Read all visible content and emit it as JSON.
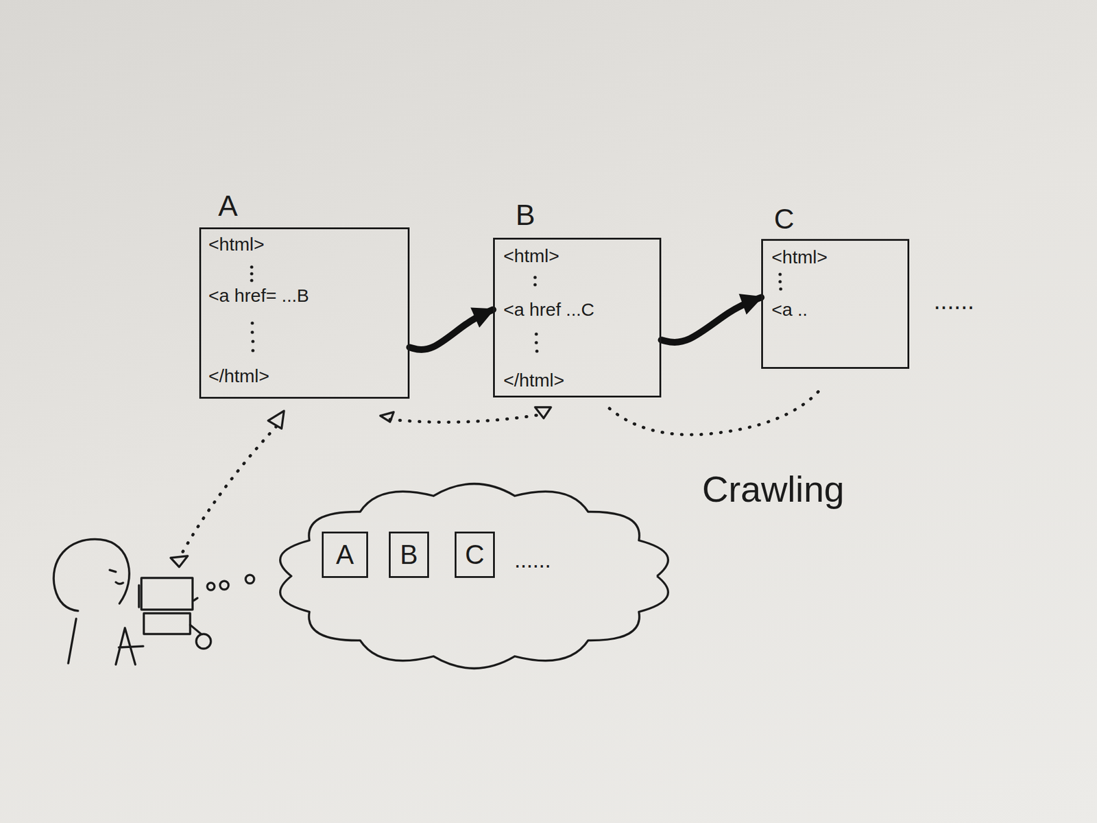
{
  "diagram": {
    "nodes": [
      {
        "text": [
          "A",
          "<html>",
          "<a href= ...B",
          "</html>"
        ]
      },
      {
        "text": [
          "B",
          "<html>",
          "<a href ...C",
          "</html>"
        ]
      },
      {
        "text": [
          "C",
          "<html>",
          "<a .."
        ]
      },
      {
        "text": [
          "......"
        ]
      },
      {
        "text": [
          "A"
        ],
        "in": 3
      },
      {
        "text": [
          "B"
        ],
        "in": 3
      },
      {
        "text": [
          "C"
        ],
        "in": 3
      }
    ],
    "edges": [
      {
        "from": 0,
        "to": 1,
        "arrow": "to"
      },
      {
        "from": 1,
        "to": 2,
        "arrow": "to"
      }
    ],
    "labels": [
      "......",
      "Crawling"
    ]
  }
}
